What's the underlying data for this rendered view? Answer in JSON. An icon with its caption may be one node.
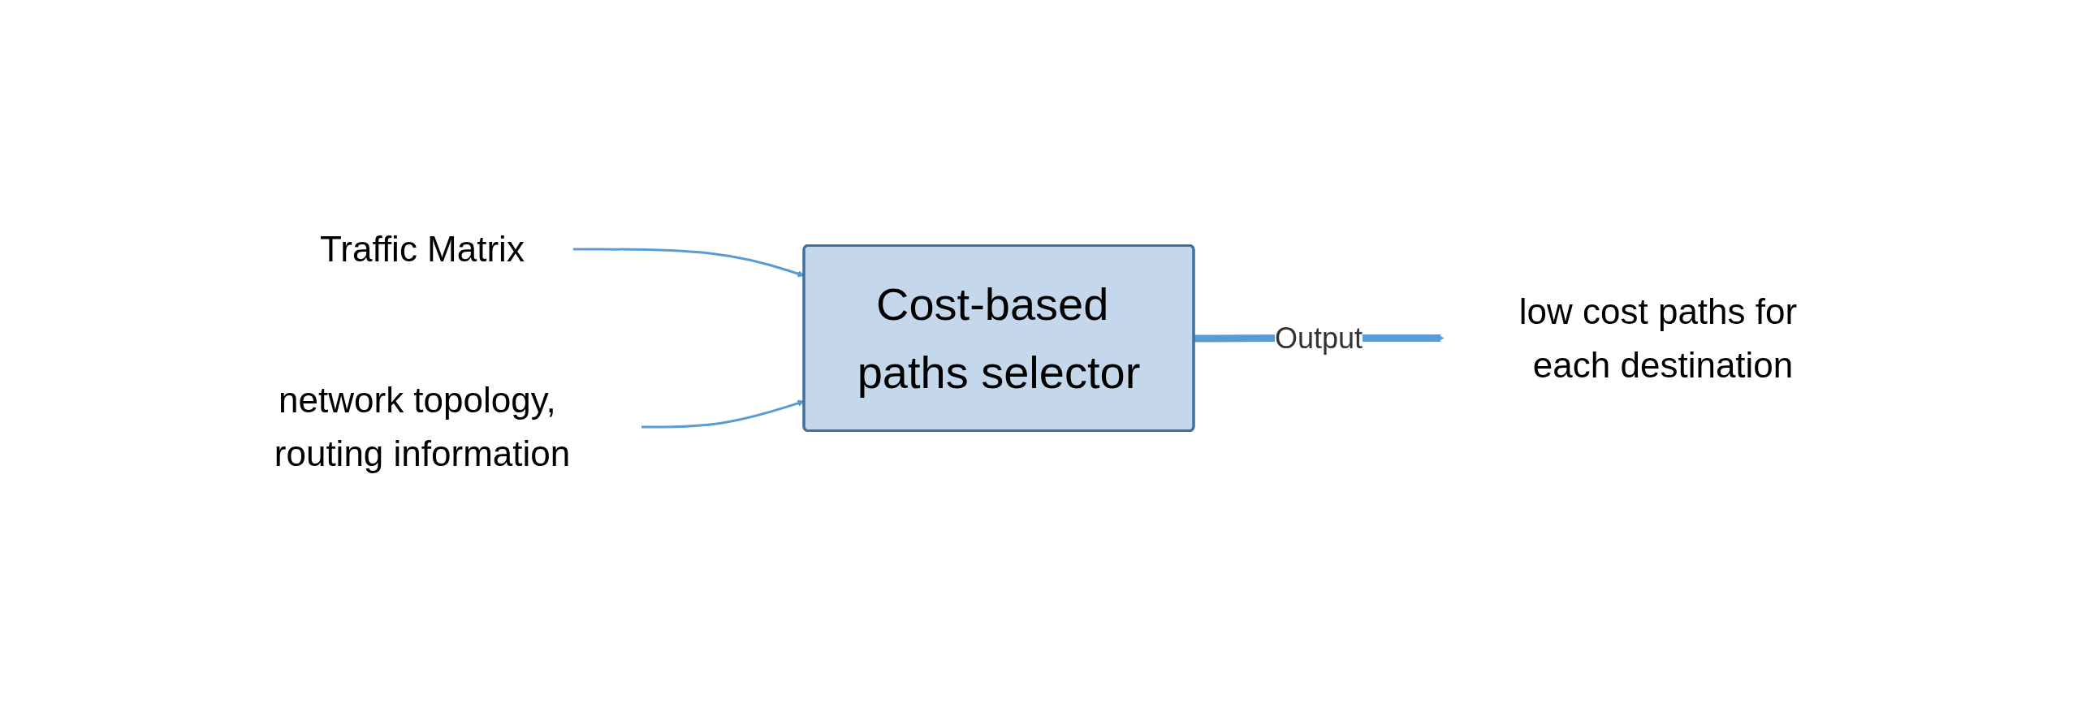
{
  "diagram": {
    "nodes": [
      {
        "text": [
          "Traffic Matrix"
        ]
      },
      {
        "text": [
          "network topology, routing information"
        ]
      },
      {
        "text": [
          "Cost-based paths selector"
        ]
      },
      {
        "text": [
          "low cost paths for each destination"
        ]
      }
    ],
    "edges": [
      {
        "from": 0,
        "to": 2,
        "arrow": "to"
      },
      {
        "from": 1,
        "to": 2,
        "arrow": "to"
      },
      {
        "from": 2,
        "to": 3,
        "arrow": "to",
        "label": "Output",
        "style": "thick"
      }
    ]
  }
}
